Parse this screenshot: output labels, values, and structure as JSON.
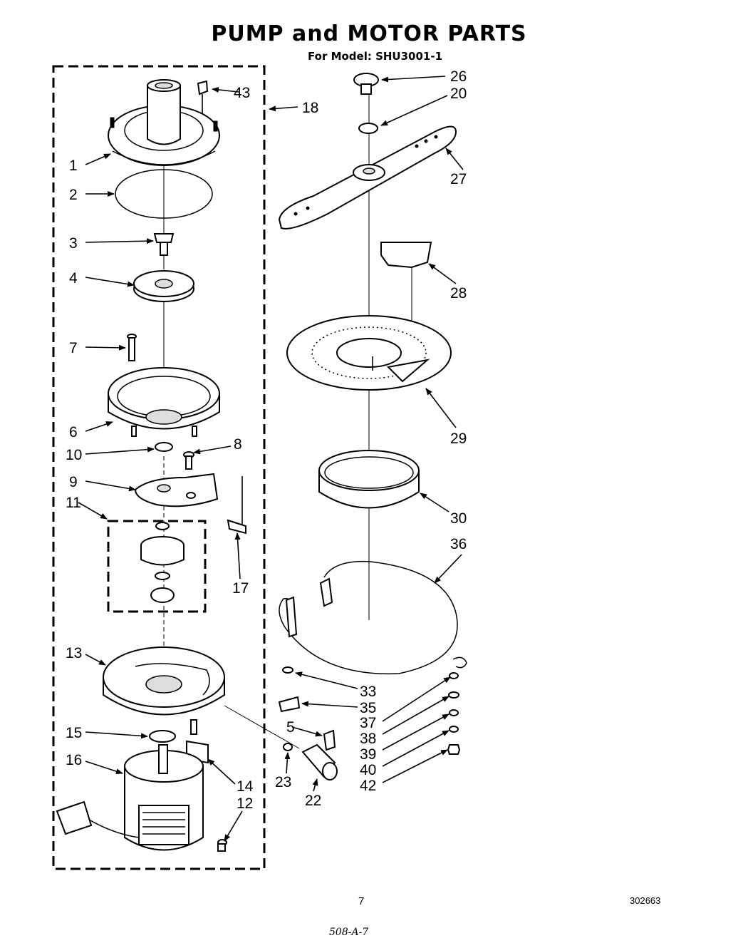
{
  "header": {
    "title": "PUMP and MOTOR PARTS",
    "model_line": "For Model: SHU3001-1"
  },
  "footer": {
    "page_number": "7",
    "document_number": "302663",
    "handwritten_note": "508-A-7"
  },
  "callouts": {
    "n1": "1",
    "n2": "2",
    "n3": "3",
    "n4": "4",
    "n5": "5",
    "n6": "6",
    "n7": "7",
    "n8": "8",
    "n9": "9",
    "n10": "10",
    "n11": "11",
    "n12": "12",
    "n13": "13",
    "n14": "14",
    "n15": "15",
    "n16": "16",
    "n17": "17",
    "n18": "18",
    "n20": "20",
    "n22": "22",
    "n23": "23",
    "n26": "26",
    "n27": "27",
    "n28": "28",
    "n29": "29",
    "n30": "30",
    "n33": "33",
    "n35": "35",
    "n36": "36",
    "n37": "37",
    "n38": "38",
    "n39": "39",
    "n40": "40",
    "n42": "42",
    "n43": "43"
  }
}
